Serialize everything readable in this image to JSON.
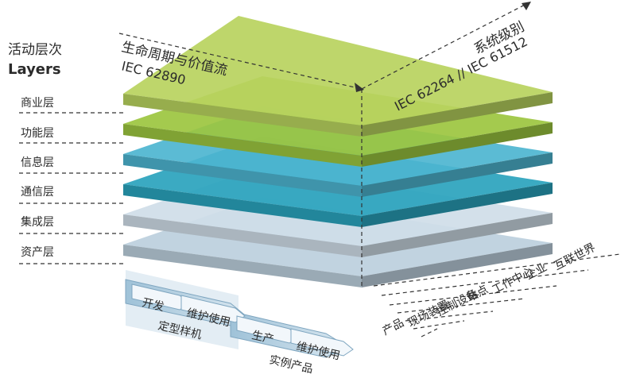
{
  "title": {
    "cn": "活动层次",
    "en": "Layers"
  },
  "layers": [
    {
      "label": "商业层",
      "color": "#b8d35e"
    },
    {
      "label": "功能层",
      "color": "#9cc63f"
    },
    {
      "label": "信息层",
      "color": "#4db5d0"
    },
    {
      "label": "通信层",
      "color": "#2aa3bd"
    },
    {
      "label": "集成层",
      "color": "#cfdde8"
    },
    {
      "label": "资产层",
      "color": "#bccfdd"
    }
  ],
  "axis_lifecycle": {
    "cn": "生命周期与价值流",
    "en": "IEC 62890"
  },
  "axis_hierarchy": {
    "cn": "系统级别",
    "en": "IEC 62264 // IEC 61512"
  },
  "hierarchy_levels": [
    "互联世界",
    "企业",
    "工作中心",
    "站点",
    "控制设备",
    "现场装置",
    "产品"
  ],
  "lifecycle": {
    "type": {
      "stage1": "开发",
      "stage2": "维护使用",
      "name": "定型样机"
    },
    "instance": {
      "stage1": "生产",
      "stage2": "维护使用",
      "name": "实例产品"
    }
  }
}
